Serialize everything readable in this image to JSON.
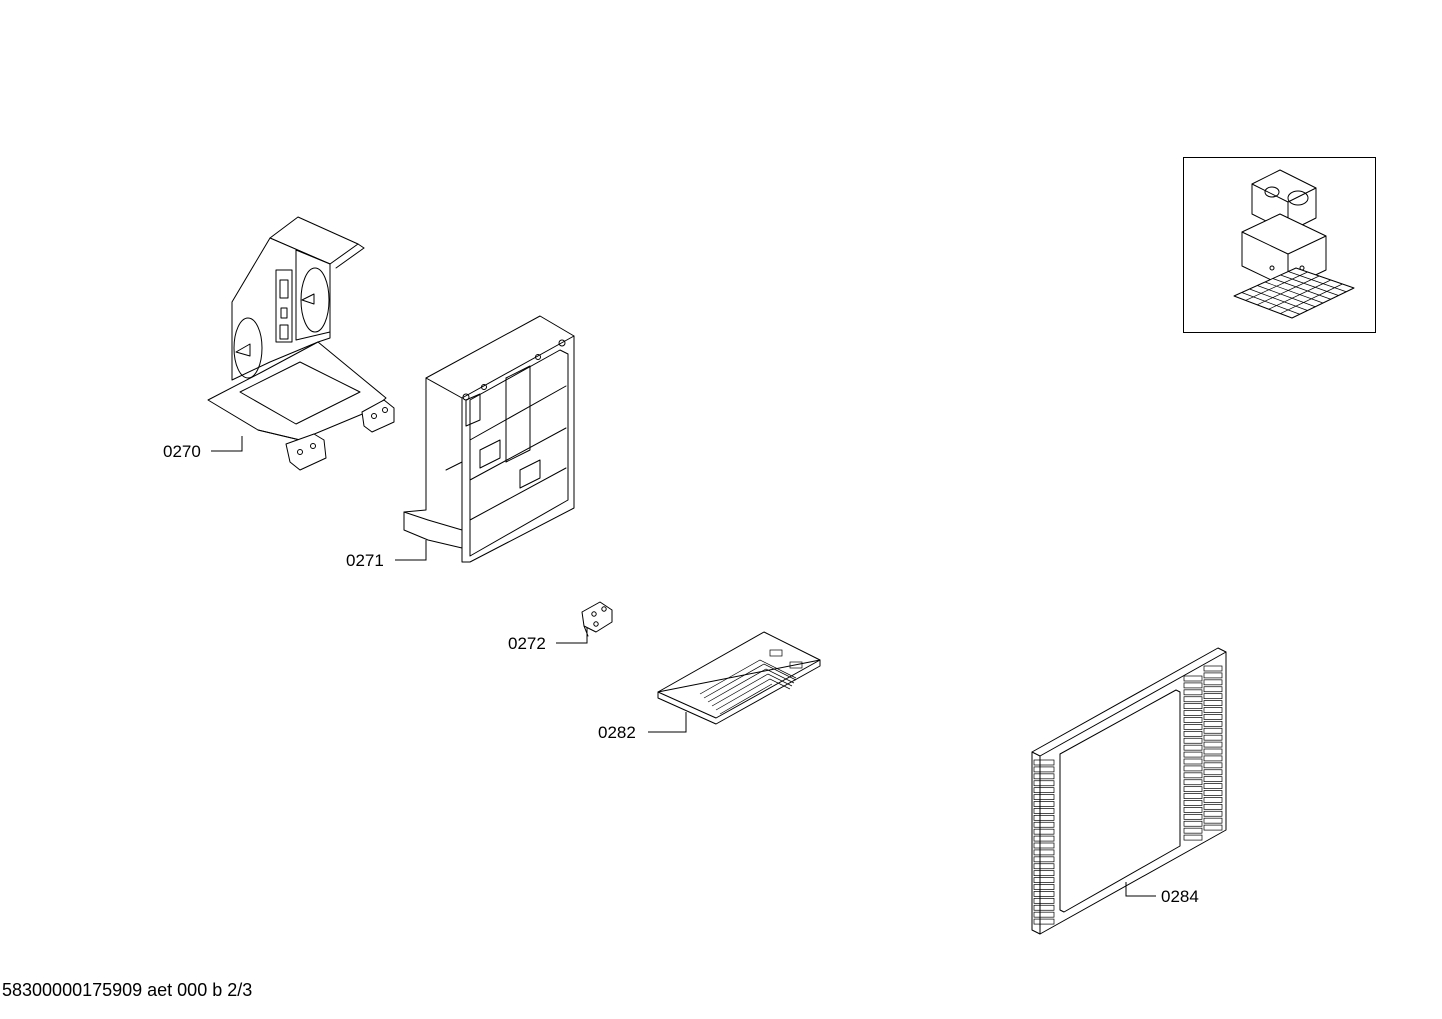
{
  "callouts": {
    "c0270": "0270",
    "c0271": "0271",
    "c0272": "0272",
    "c0282": "0282",
    "c0284": "0284"
  },
  "footer": {
    "document_id": "58300000175909 aet 000 b 2/3"
  }
}
